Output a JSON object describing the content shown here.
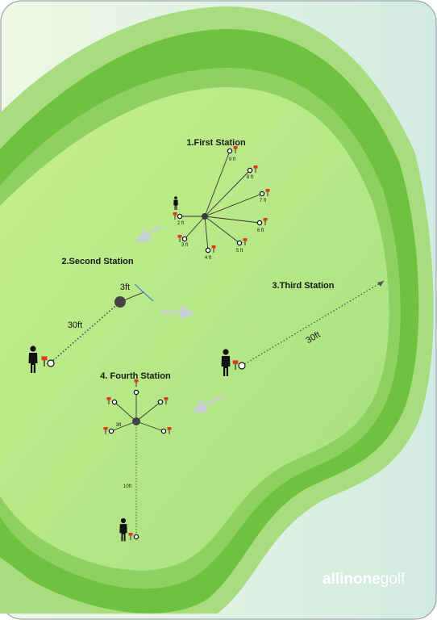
{
  "stations": [
    {
      "title": "1.First Station",
      "distances": [
        "9 ft",
        "8 ft",
        "7 ft",
        "6 ft",
        "5 ft",
        "4 ft",
        "3 ft",
        "2 ft"
      ]
    },
    {
      "title": "2.Second Station",
      "distances": [
        "3ft",
        "30ft"
      ]
    },
    {
      "title": "3.Third Station",
      "distances": [
        "30ft"
      ]
    },
    {
      "title": "4. Fourth Station",
      "distances": [
        "3ft",
        "10ft"
      ]
    }
  ],
  "brand": {
    "part1": "allinone",
    "part2": "golf"
  },
  "colors": {
    "outer_green": "#6ec33c",
    "ring_green": "#a6df7c",
    "inner_green": "#bfeb8f",
    "background_mint": "#dcefe6",
    "flag_red": "#e03a1e",
    "arrow_grey": "#c9cfd6"
  }
}
